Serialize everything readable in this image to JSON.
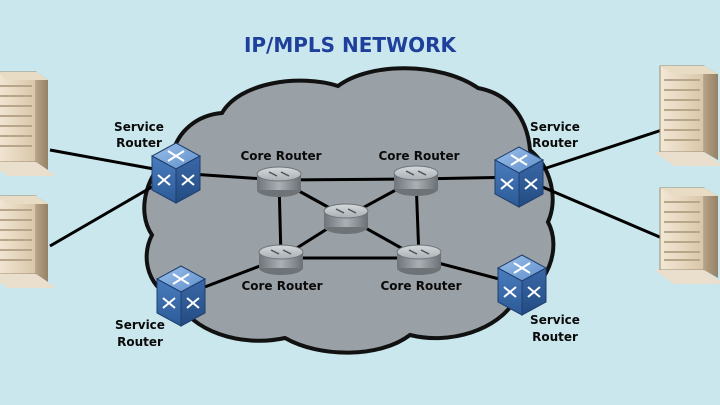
{
  "title": "IP/MPLS NETWORK",
  "labels": {
    "service_router": [
      "Service",
      "Router"
    ],
    "core_router": "Core Router"
  },
  "colors": {
    "background": "#c9e7ec",
    "cloud_fill": "#9aa1a6",
    "title": "#1e3f9c",
    "service_router": "#3e70ad",
    "core_router": "#8d9297",
    "link": "#000000"
  },
  "nodes": {
    "buildings": [
      "building-top-left",
      "building-bottom-left",
      "building-top-right",
      "building-bottom-right"
    ],
    "service_routers": [
      "service-router-top-left",
      "service-router-bottom-left",
      "service-router-top-right",
      "service-router-bottom-right"
    ],
    "core_routers": [
      "core-router-top-left",
      "core-router-top-right",
      "core-router-center",
      "core-router-bottom-left",
      "core-router-bottom-right"
    ]
  },
  "links": [
    [
      "building-top-left",
      "service-router-top-left"
    ],
    [
      "building-bottom-left",
      "service-router-top-left"
    ],
    [
      "building-top-right",
      "service-router-top-right"
    ],
    [
      "building-bottom-right",
      "service-router-top-right"
    ],
    [
      "service-router-top-left",
      "core-router-top-left"
    ],
    [
      "service-router-bottom-left",
      "core-router-bottom-left"
    ],
    [
      "service-router-top-right",
      "core-router-top-right"
    ],
    [
      "service-router-bottom-right",
      "core-router-bottom-right"
    ],
    [
      "core-router-top-left",
      "core-router-top-right"
    ],
    [
      "core-router-bottom-left",
      "core-router-bottom-right"
    ],
    [
      "core-router-top-left",
      "core-router-bottom-left"
    ],
    [
      "core-router-top-right",
      "core-router-bottom-right"
    ],
    [
      "core-router-top-left",
      "core-router-center"
    ],
    [
      "core-router-top-right",
      "core-router-center"
    ],
    [
      "core-router-bottom-left",
      "core-router-center"
    ],
    [
      "core-router-bottom-right",
      "core-router-center"
    ]
  ]
}
